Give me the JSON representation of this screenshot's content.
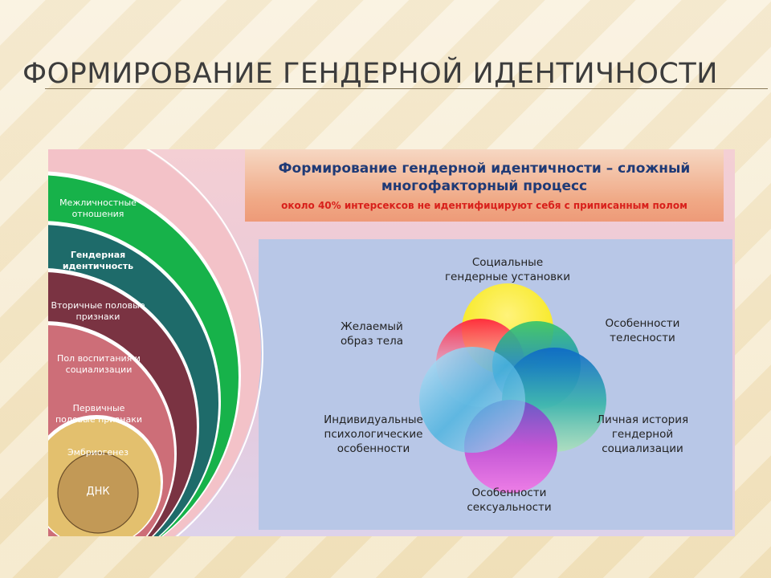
{
  "title": "ФОРМИРОВАНИЕ  ГЕНДЕРНОЙ ИДЕНТИЧНОСТИ",
  "banner": {
    "line1": "Формирование гендерной идентичности – сложный",
    "line2": "многофакторный процесс",
    "line3": "около 40% интерсексов не идентифицируют себя с приписанным полом"
  },
  "layers": [
    {
      "line1": "Межличностные",
      "line2": "отношения",
      "color": "#f1a8b4"
    },
    {
      "line1": "Гендерная",
      "line2": "идентичность",
      "color": "#17b24a"
    },
    {
      "line1": "Вторичные половые",
      "line2": "признаки",
      "color": "#1e6b6a"
    },
    {
      "line1": "Пол воспитания и",
      "line2": "социализации",
      "color": "#7a3342"
    },
    {
      "line1": "Первичные",
      "line2": "половые признаки",
      "color": "#cd6e78"
    },
    {
      "line1": "Эмбриогенез",
      "line2": "",
      "color": "#e3c06e"
    },
    {
      "line1": "ДНК",
      "line2": "",
      "color": "#c29956"
    }
  ],
  "venn_labels": [
    {
      "line1": "Социальные",
      "line2": "гендерные установки",
      "line3": ""
    },
    {
      "line1": "Особенности",
      "line2": "телесности",
      "line3": ""
    },
    {
      "line1": "Личная история",
      "line2": "гендерной",
      "line3": "социализации"
    },
    {
      "line1": "Особенности",
      "line2": "сексуальности",
      "line3": ""
    },
    {
      "line1": "Индивидуальные",
      "line2": "психологические",
      "line3": "особенности"
    },
    {
      "line1": "Желаемый",
      "line2": "образ тела",
      "line3": ""
    }
  ]
}
